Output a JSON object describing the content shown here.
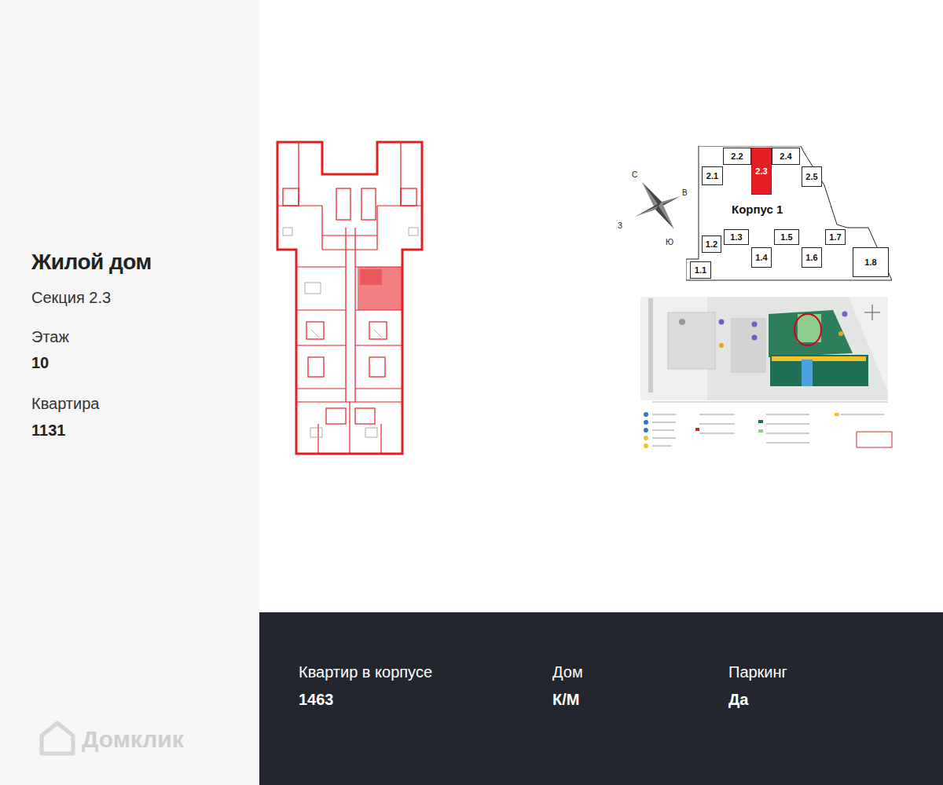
{
  "diagram": {
    "title": "Жилой дом",
    "nodes": [
      {
        "text": [
          "Корпус 1"
        ]
      },
      {
        "text": [
          "2.2"
        ],
        "in": 0
      },
      {
        "text": [
          "2.3"
        ],
        "in": 0
      },
      {
        "text": [
          "2.4"
        ],
        "in": 0
      },
      {
        "text": [
          "2.1"
        ],
        "in": 0
      },
      {
        "text": [
          "2.5"
        ],
        "in": 0
      },
      {
        "text": [
          "1.2"
        ],
        "in": 0
      },
      {
        "text": [
          "1.3"
        ],
        "in": 0
      },
      {
        "text": [
          "1.5"
        ],
        "in": 0
      },
      {
        "text": [
          "1.7"
        ],
        "in": 0
      },
      {
        "text": [
          "1.4"
        ],
        "in": 0
      },
      {
        "text": [
          "1.6"
        ],
        "in": 0
      },
      {
        "text": [
          "1.1"
        ],
        "in": 0
      },
      {
        "text": [
          "1.8"
        ],
        "in": 0
      }
    ],
    "labels": [
      "Секция 2.3",
      "Этаж",
      "10",
      "Квартира",
      "1131",
      "Квартир в корпусе",
      "1463",
      "Дом",
      "К/М",
      "Паркинг",
      "Да",
      "С",
      "В",
      "З",
      "Ю",
      "Домклик"
    ]
  }
}
